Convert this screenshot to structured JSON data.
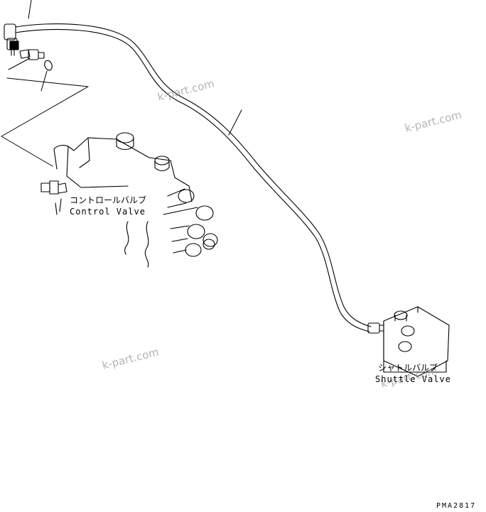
{
  "labels": {
    "control_valve_jp": "コントロールバルブ",
    "control_valve_en": "Control Valve",
    "shuttle_valve_jp": "シャトルバルブ",
    "shuttle_valve_en": "Shuttle Valve"
  },
  "watermarks": [
    "k-part.com",
    "k-part.com",
    "k-part.com",
    "k-part.com"
  ],
  "drawing_code": "PMA2817"
}
